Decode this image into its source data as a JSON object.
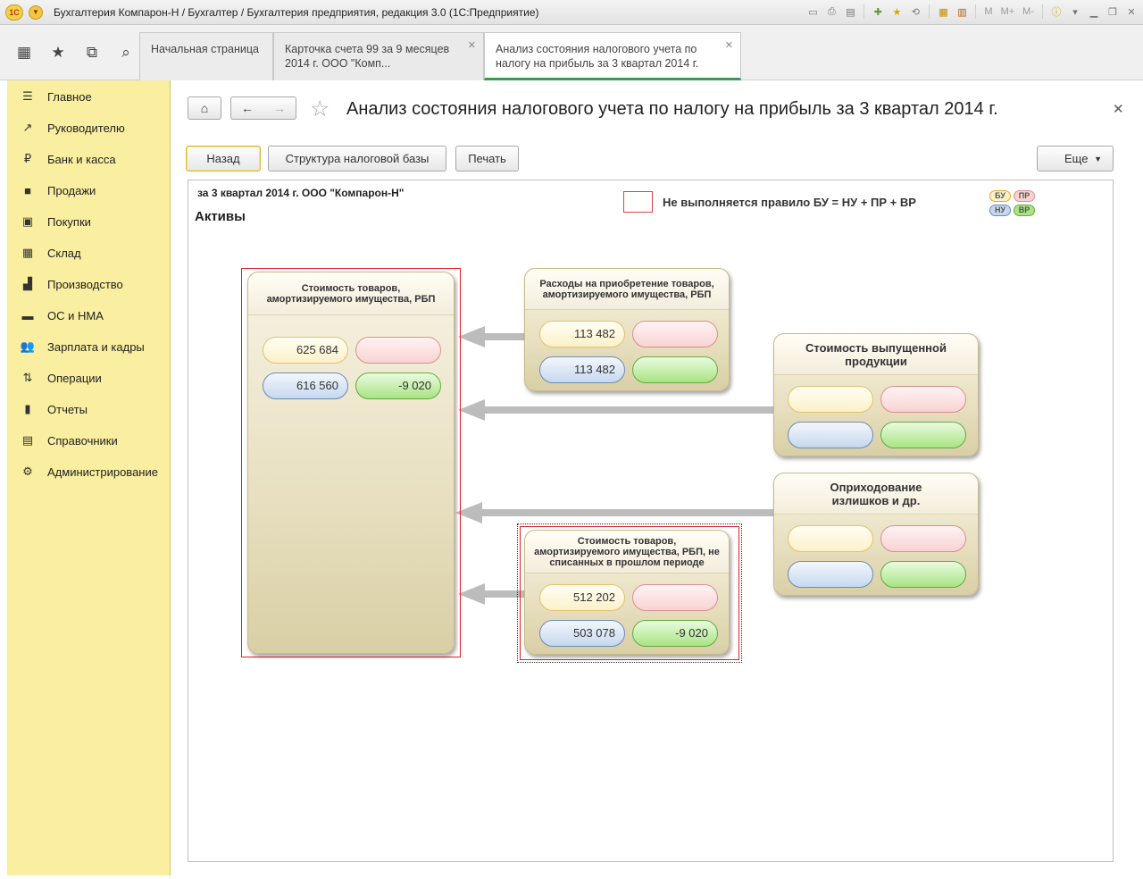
{
  "window": {
    "logo_text": "1С",
    "title": "Бухгалтерия Компарон-Н / Бухгалтер / Бухгалтерия предприятия, редакция 3.0  (1С:Предприятие)",
    "m_labels": [
      "M",
      "M+",
      "M-"
    ]
  },
  "tabs": [
    {
      "label": "Начальная страница"
    },
    {
      "label": "Карточка счета 99 за 9 месяцев 2014 г. ООО \"Комп..."
    },
    {
      "label": "Анализ состояния налогового учета по налогу на прибыль за 3 квартал 2014 г."
    }
  ],
  "sidebar": {
    "items": [
      {
        "label": "Главное",
        "icon": "menu-icon"
      },
      {
        "label": "Руководителю",
        "icon": "trend-icon"
      },
      {
        "label": "Банк и касса",
        "icon": "ruble-icon"
      },
      {
        "label": "Продажи",
        "icon": "cart-icon"
      },
      {
        "label": "Покупки",
        "icon": "basket-icon"
      },
      {
        "label": "Склад",
        "icon": "warehouse-icon"
      },
      {
        "label": "Производство",
        "icon": "factory-icon"
      },
      {
        "label": "ОС и НМА",
        "icon": "truck-icon"
      },
      {
        "label": "Зарплата и кадры",
        "icon": "people-icon"
      },
      {
        "label": "Операции",
        "icon": "operations-icon"
      },
      {
        "label": "Отчеты",
        "icon": "chart-icon"
      },
      {
        "label": "Справочники",
        "icon": "book-icon"
      },
      {
        "label": "Администрирование",
        "icon": "gear-icon"
      }
    ]
  },
  "form": {
    "title": "Анализ состояния налогового учета по налогу на прибыль за 3 квартал 2014 г.",
    "buttons": {
      "back": "Назад",
      "structure": "Структура налоговой базы",
      "print": "Печать",
      "more": "Еще"
    }
  },
  "report": {
    "period": "за 3 квартал 2014 г. ООО \"Компарон-Н\"",
    "section": "Активы",
    "rule_text": "Не выполняется правило БУ = НУ + ПР + ВР",
    "legend": {
      "bu": "БУ",
      "pr": "ПР",
      "nu": "НУ",
      "vr": "ВР"
    },
    "cards": {
      "main": {
        "title": "Стоимость товаров, амортизируемого имущества, РБП",
        "bu": "625 684",
        "pr": "",
        "nu": "616 560",
        "vr": "-9 020"
      },
      "expenses": {
        "title": "Расходы на приобретение товаров, амортизируемого имущества, РБП",
        "bu": "113 482",
        "pr": "",
        "nu": "113 482",
        "vr": ""
      },
      "production": {
        "title": "Стоимость выпущенной продукции",
        "bu": "",
        "pr": "",
        "nu": "",
        "vr": ""
      },
      "surplus": {
        "title": "Оприходование излишков и др.",
        "bu": "",
        "pr": "",
        "nu": "",
        "vr": ""
      },
      "previous": {
        "title": "Стоимость товаров, амортизируемого имущества, РБП, не списанных в прошлом периоде",
        "bu": "512 202",
        "pr": "",
        "nu": "503 078",
        "vr": "-9 020"
      }
    }
  }
}
